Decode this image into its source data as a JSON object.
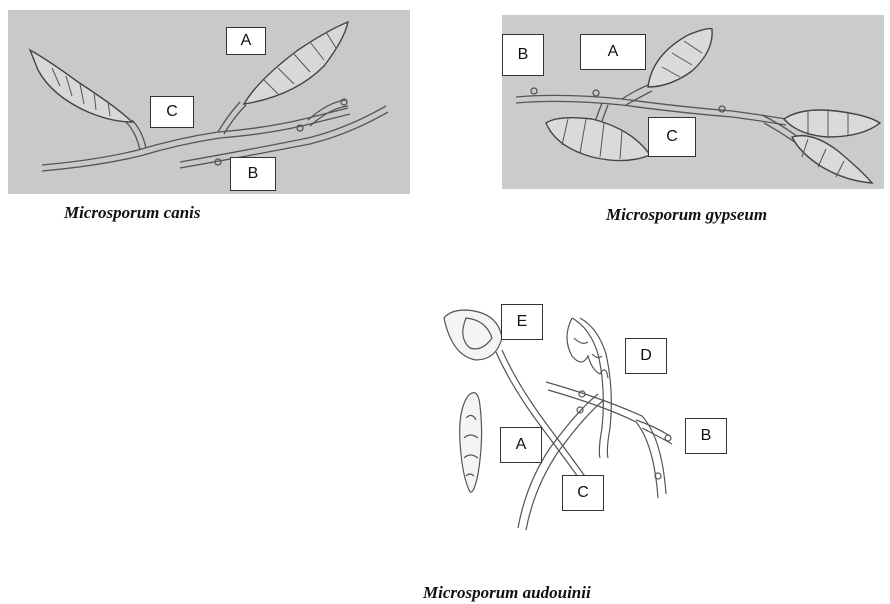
{
  "figures": [
    {
      "caption": "Microsporum canis",
      "labels": [
        "A",
        "B",
        "C"
      ]
    },
    {
      "caption": "Microsporum gypseum",
      "labels": [
        "A",
        "B",
        "C"
      ]
    },
    {
      "caption": "Microsporum audouinii",
      "labels": [
        "A",
        "B",
        "C",
        "D",
        "E"
      ]
    }
  ]
}
